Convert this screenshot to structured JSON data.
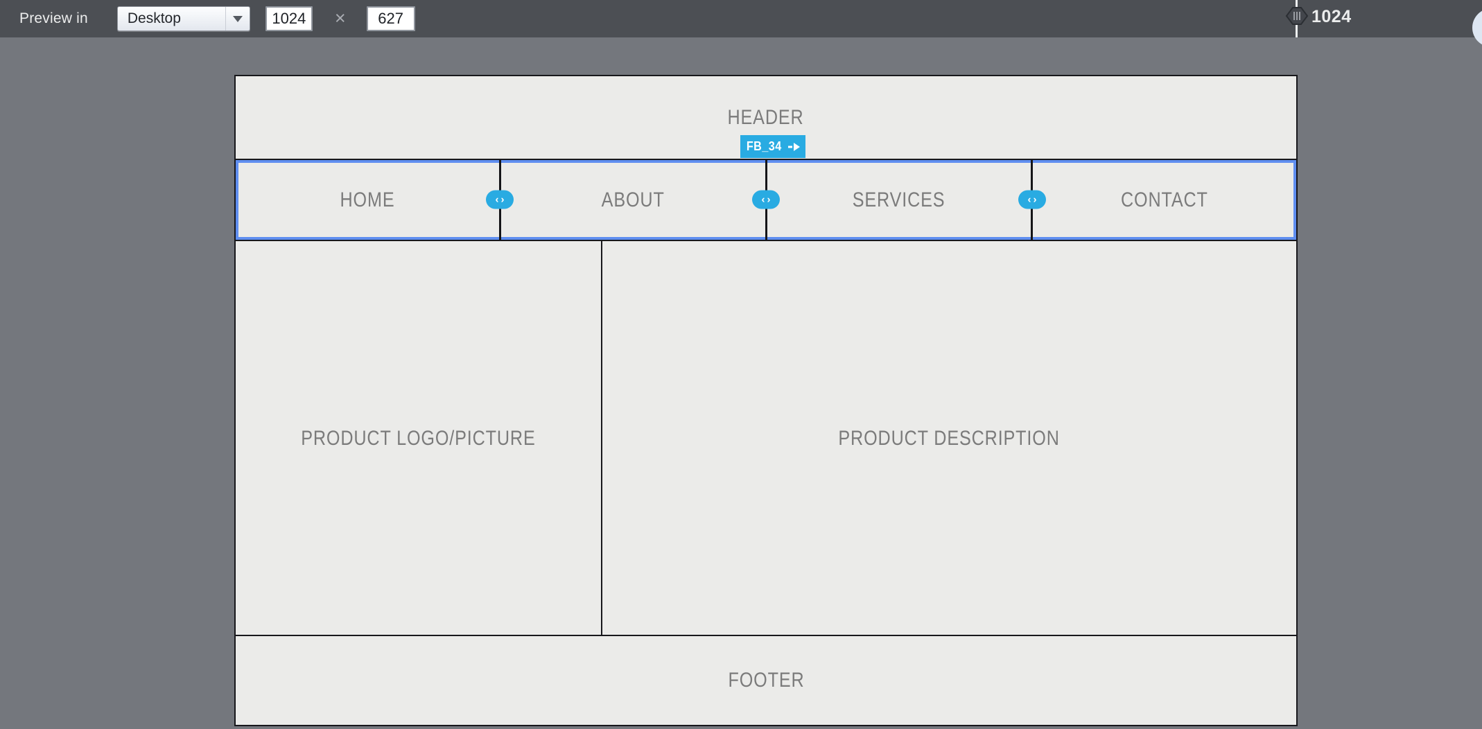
{
  "toolbar": {
    "preview_in_label": "Preview in",
    "device_select_value": "Desktop",
    "width_value": "1024",
    "times_symbol": "×",
    "height_value": "627",
    "ruler_marker_value": "1024"
  },
  "breakpoint_badge": {
    "label": "FB_34",
    "icon": "arrow-right-icon"
  },
  "wireframe": {
    "header": {
      "label": "HEADER"
    },
    "nav": {
      "items": [
        {
          "label": "HOME"
        },
        {
          "label": "ABOUT"
        },
        {
          "label": "SERVICES"
        },
        {
          "label": "CONTACT"
        }
      ],
      "link_icon": "chain-link-icon"
    },
    "content": {
      "left": {
        "label": "PRODUCT LOGO/PICTURE"
      },
      "right": {
        "label": "PRODUCT DESCRIPTION"
      }
    },
    "footer": {
      "label": "FOOTER"
    }
  },
  "colors": {
    "toolbar_bg": "#4c4f54",
    "canvas_bg": "#74777d",
    "block_fill": "#ebebe9",
    "block_border": "#17171b",
    "selection_blue": "#5f8ef0",
    "accent_cyan": "#29abe2",
    "label_gray": "#7b7b7b"
  }
}
